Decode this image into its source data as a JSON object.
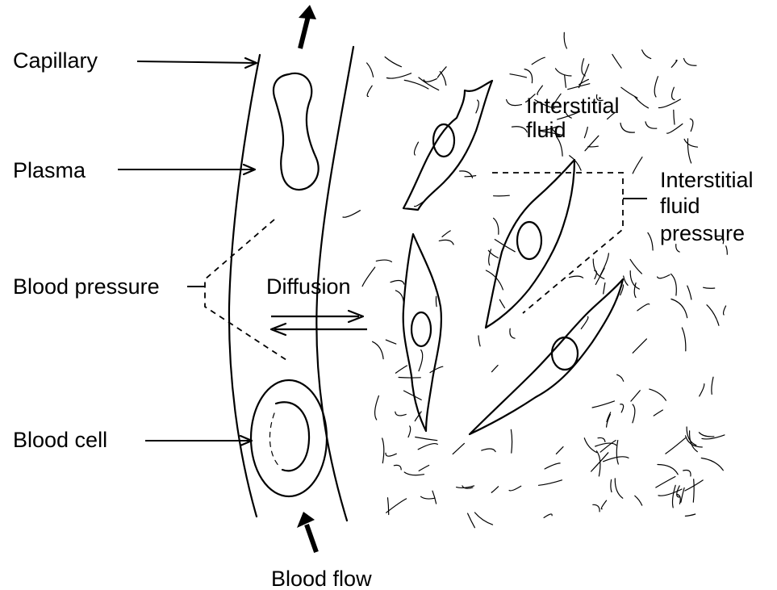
{
  "labels": {
    "capillary": "Capillary",
    "plasma": "Plasma",
    "blood_pressure": "Blood pressure",
    "blood_cell": "Blood cell",
    "diffusion": "Diffusion",
    "blood_flow": "Blood flow",
    "interstitial_fluid_line1": "Interstitial",
    "interstitial_fluid_line2": "fluid",
    "interstitial_pressure_line1": "Interstitial",
    "interstitial_pressure_line2": "fluid",
    "interstitial_pressure_line3": "pressure"
  }
}
